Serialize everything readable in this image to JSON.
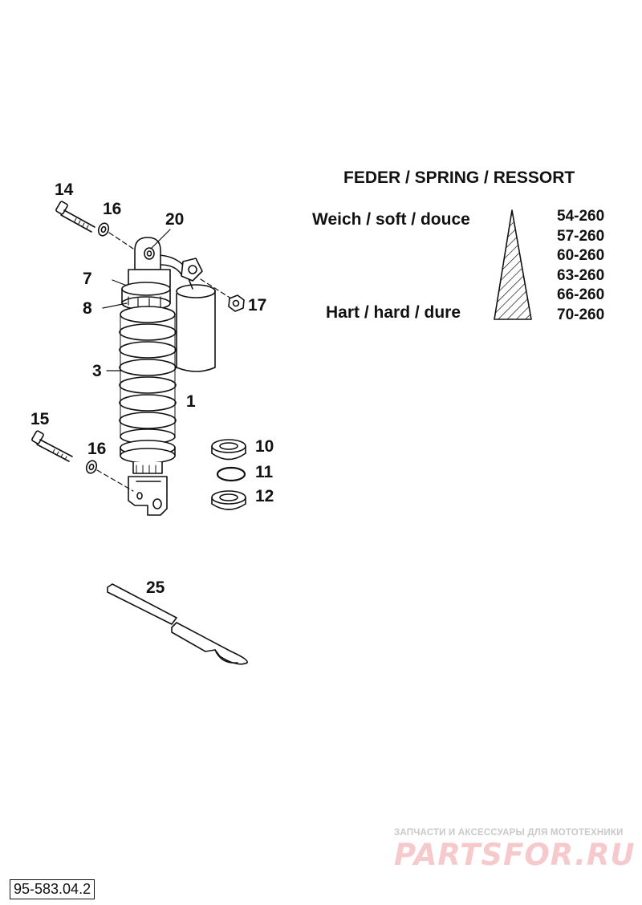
{
  "callouts": {
    "p14": "14",
    "p16a": "16",
    "p20": "20",
    "p7": "7",
    "p8": "8",
    "p17": "17",
    "p3": "3",
    "p1": "1",
    "p15": "15",
    "p16b": "16",
    "p10": "10",
    "p11": "11",
    "p12": "12",
    "p25": "25"
  },
  "spring_table": {
    "title": "FEDER / SPRING / RESSORT",
    "soft_label": "Weich / soft / douce",
    "hard_label": "Hart / hard / dure",
    "rates": [
      "54-260",
      "57-260",
      "60-260",
      "63-260",
      "66-260",
      "70-260"
    ]
  },
  "drawing_number": "95-583.04.2",
  "watermark": {
    "tagline": "ЗАПЧАСТИ И АКСЕССУАРЫ ДЛЯ МОТОТЕХНИКИ",
    "logo": "PARTSFOR.RU"
  },
  "colors": {
    "line": "#111111",
    "watermark_logo": "#f6c9cc",
    "watermark_text": "#c9c9c9"
  }
}
